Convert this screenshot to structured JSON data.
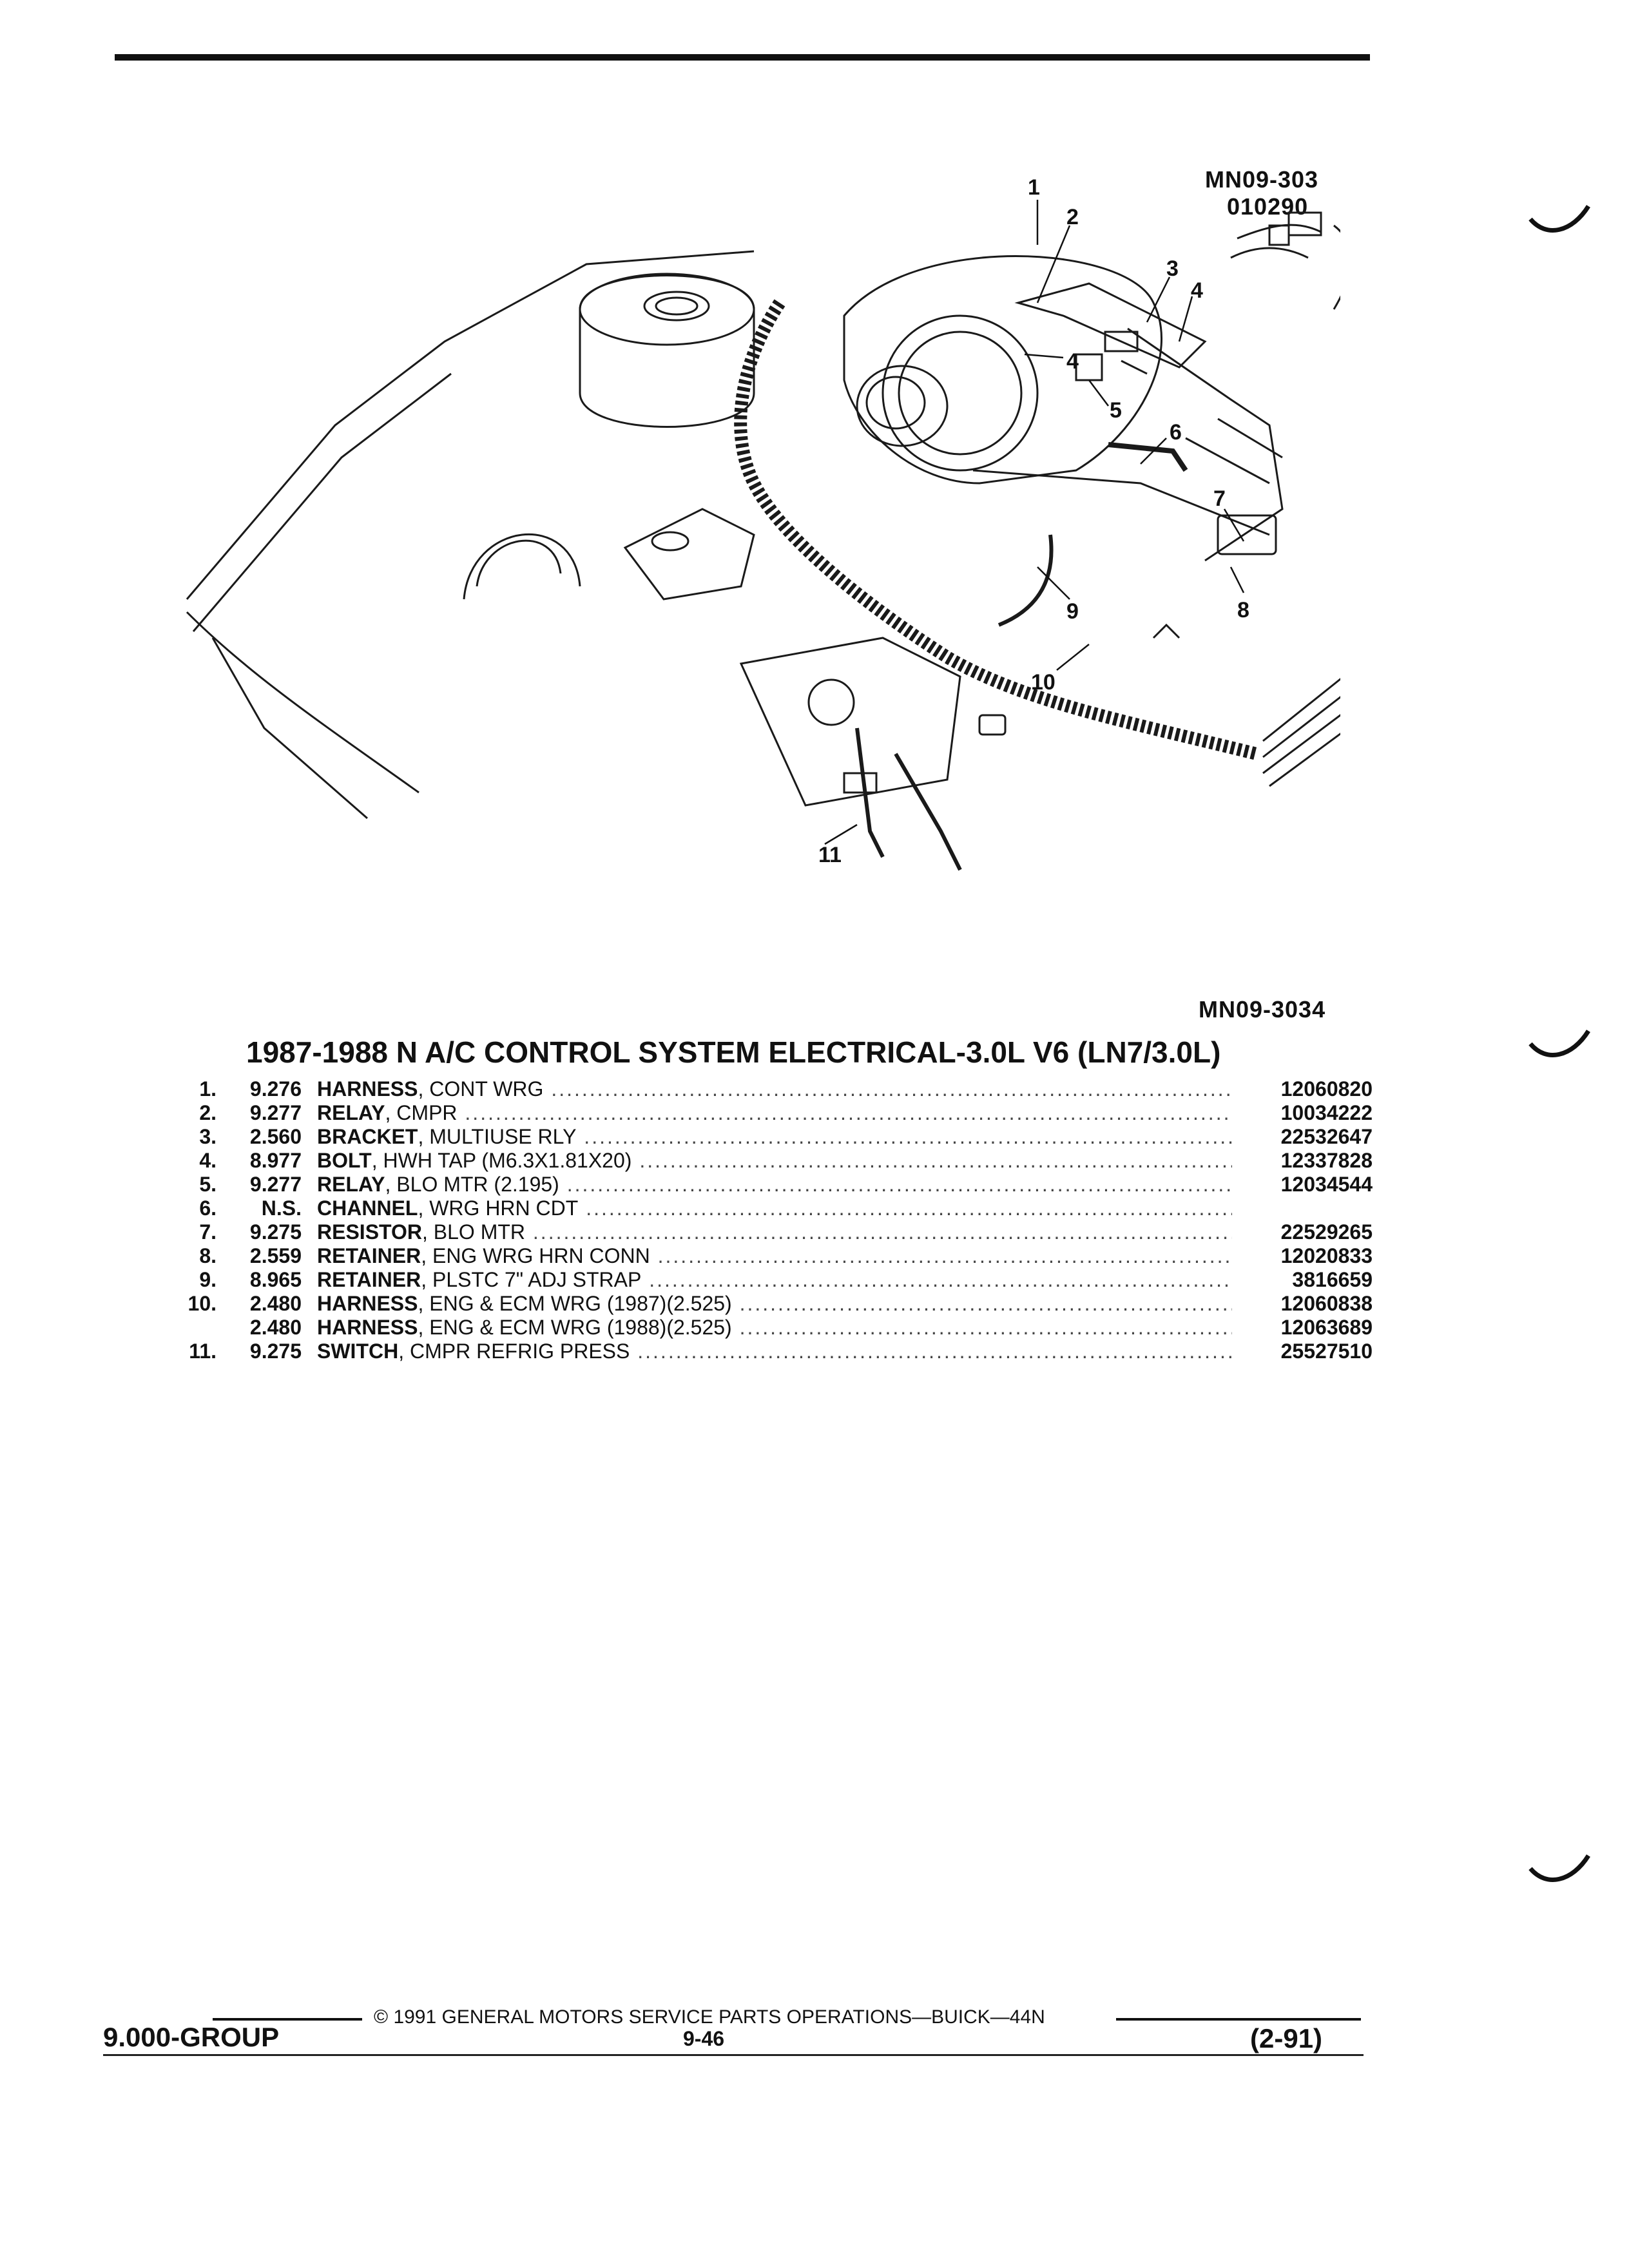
{
  "figure": {
    "ref_top": [
      "MN09-303",
      "010290"
    ],
    "ref_bottom": "MN09-3034",
    "callouts": [
      "1",
      "2",
      "3",
      "4",
      "4",
      "5",
      "6",
      "7",
      "8",
      "9",
      "10",
      "11"
    ]
  },
  "section_title": "1987-1988 N A/C CONTROL SYSTEM ELECTRICAL-3.0L V6 (LN7/3.0L)",
  "parts": [
    {
      "num": "1.",
      "group": "9.276",
      "name": "HARNESS",
      "desc": ", CONT WRG",
      "pn": "12060820"
    },
    {
      "num": "2.",
      "group": "9.277",
      "name": "RELAY",
      "desc": ", CMPR",
      "pn": "10034222"
    },
    {
      "num": "3.",
      "group": "2.560",
      "name": "BRACKET",
      "desc": ", MULTIUSE RLY",
      "pn": "22532647"
    },
    {
      "num": "4.",
      "group": "8.977",
      "name": "BOLT",
      "desc": ", HWH TAP (M6.3X1.81X20)",
      "pn": "12337828"
    },
    {
      "num": "5.",
      "group": "9.277",
      "name": "RELAY",
      "desc": ", BLO MTR (2.195)",
      "pn": "12034544"
    },
    {
      "num": "6.",
      "group": "N.S.",
      "name": "CHANNEL",
      "desc": ", WRG HRN CDT",
      "pn": ""
    },
    {
      "num": "7.",
      "group": "9.275",
      "name": "RESISTOR",
      "desc": ", BLO MTR",
      "pn": "22529265"
    },
    {
      "num": "8.",
      "group": "2.559",
      "name": "RETAINER",
      "desc": ", ENG WRG HRN CONN",
      "pn": "12020833"
    },
    {
      "num": "9.",
      "group": "8.965",
      "name": "RETAINER",
      "desc": ", PLSTC 7\" ADJ STRAP",
      "pn": "3816659"
    },
    {
      "num": "10.",
      "group": "2.480",
      "name": "HARNESS",
      "desc": ", ENG & ECM WRG (1987)(2.525)",
      "pn": "12060838"
    },
    {
      "num": "",
      "group": "2.480",
      "name": "HARNESS",
      "desc": ", ENG & ECM WRG (1988)(2.525)",
      "pn": "12063689"
    },
    {
      "num": "11.",
      "group": "9.275",
      "name": "SWITCH",
      "desc": ", CMPR REFRIG PRESS",
      "pn": "25527510"
    }
  ],
  "footer": {
    "group": "9.000-GROUP",
    "copyright": "© 1991 GENERAL MOTORS SERVICE PARTS OPERATIONS—BUICK—44N",
    "page": "9-46",
    "revision": "(2-91)"
  }
}
